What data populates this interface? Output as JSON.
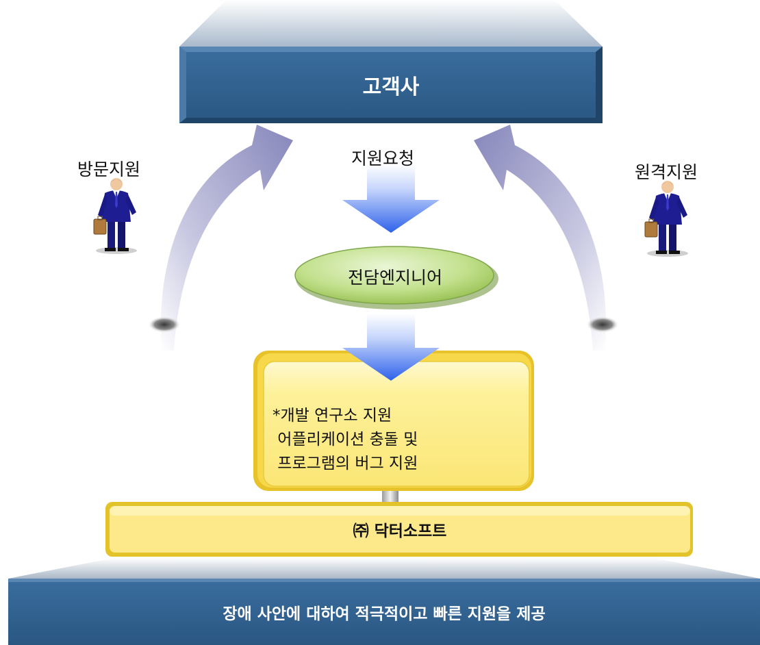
{
  "nodes": {
    "customer": "고객사",
    "engineer": "전담엔지니어",
    "support_detail": "*개발 연구소 지원\n 어플리케이션 충돌 및\n 프로그램의 버그 지원",
    "company": "㈜ 닥터소프트",
    "footer": "장애 사안에 대하여 적극적이고 빠른 지원을 제공"
  },
  "labels": {
    "visit_support": "방문지원",
    "support_request": "지원요청",
    "remote_support": "원격지원"
  },
  "colors": {
    "navy_box": "#2f5e8c",
    "arrow_blue": "#3a6be8",
    "arc_purple": "#9a9ac8",
    "oval_green": "#b9dc7e",
    "yellow_box": "#fbe97a",
    "yellow_border": "#e0bd1c"
  },
  "icons": {
    "left_person": "businessman-with-briefcase-icon",
    "right_person": "businessman-with-briefcase-icon"
  }
}
